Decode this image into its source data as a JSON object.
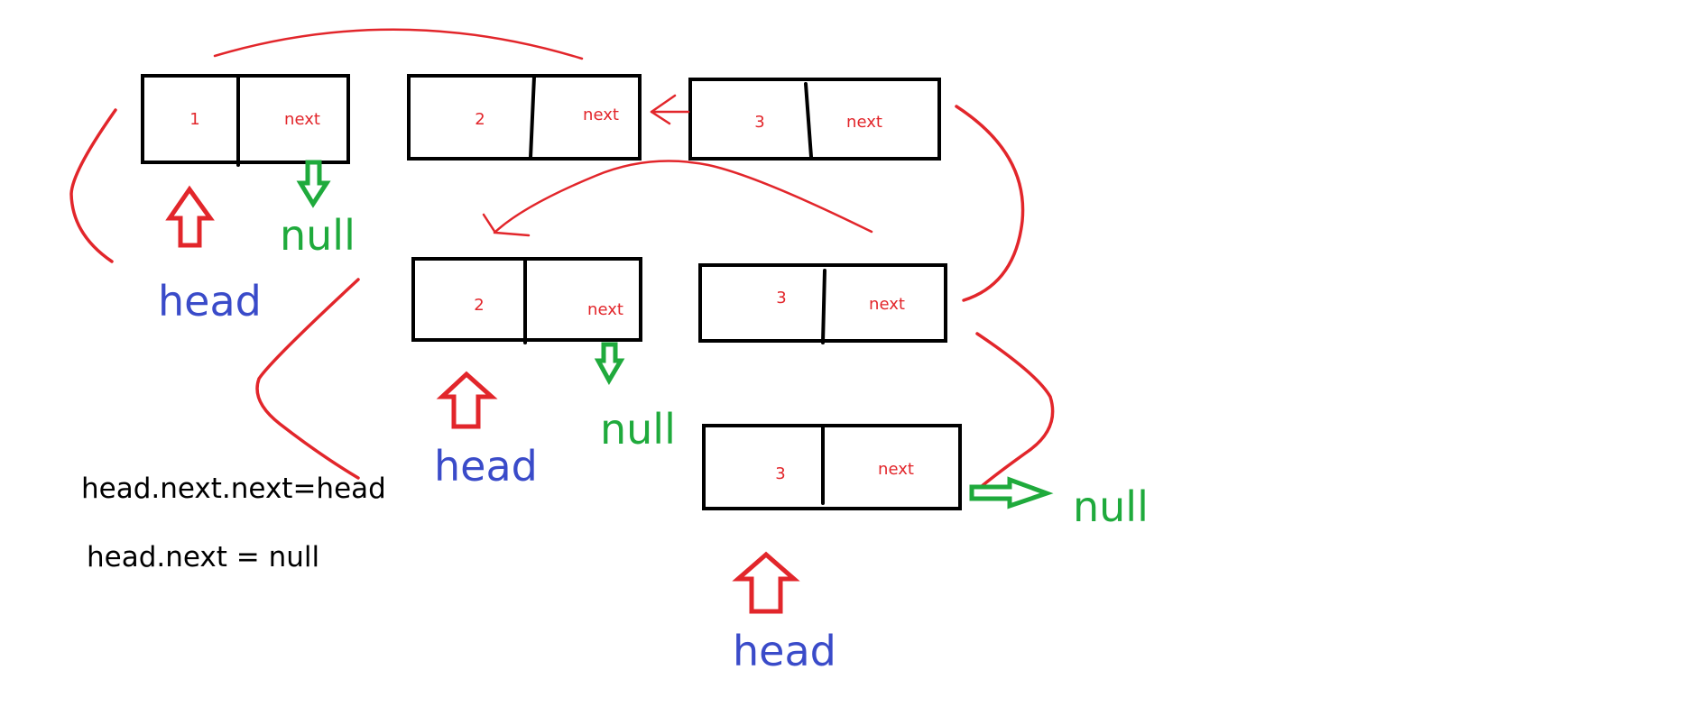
{
  "colors": {
    "stroke": "#000000",
    "node_text": "#e2262b",
    "curve": "#e2262b",
    "head_arrow": "#e2262b",
    "null_arrow": "#1faa3c",
    "head_label": "#3a4bc9",
    "null_label": "#1faa3c",
    "code_text": "#000000"
  },
  "row1": {
    "node1": {
      "value": "1",
      "next": "next"
    },
    "node2": {
      "value": "2",
      "next": "next"
    },
    "node3": {
      "value": "3",
      "next": "next"
    },
    "null_label": "null",
    "head_label": "head"
  },
  "row2": {
    "node2": {
      "value": "2",
      "next": "next"
    },
    "node3": {
      "value": "3",
      "next": "next"
    },
    "null_label": "null",
    "head_label": "head"
  },
  "row3": {
    "node3": {
      "value": "3",
      "next": "next"
    },
    "null_label": "null",
    "head_label": "head"
  },
  "code": {
    "line1": "head.next.next=head",
    "line2": "head.next = null"
  }
}
